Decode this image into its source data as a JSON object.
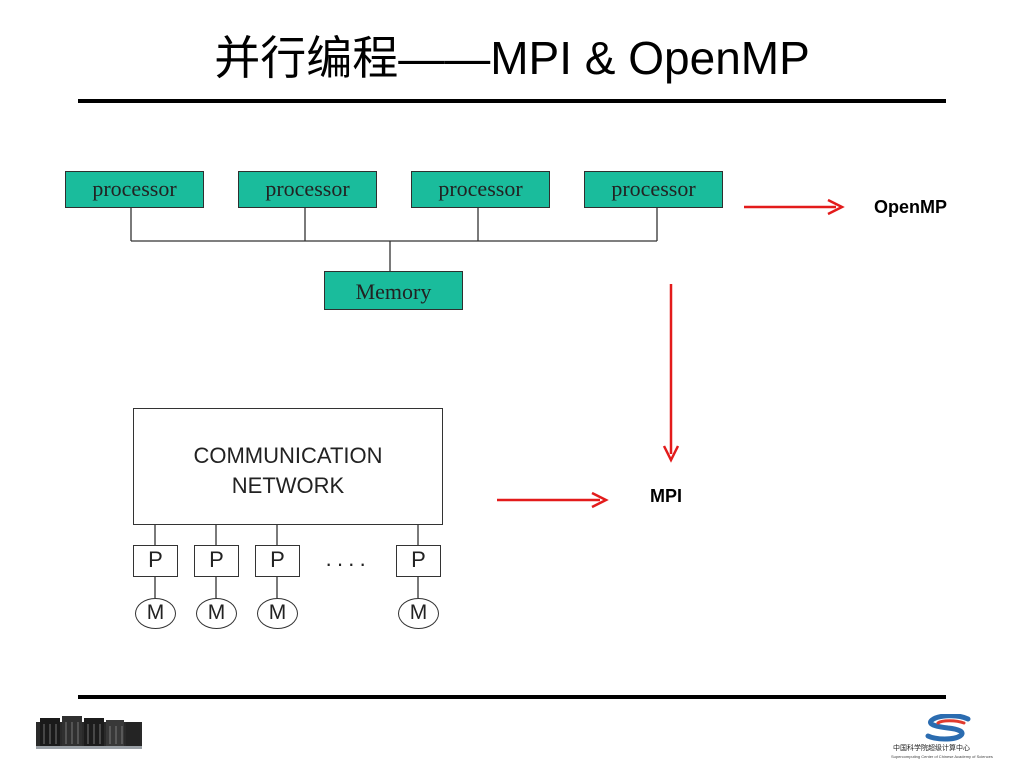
{
  "slide": {
    "title": "并行编程——MPI & OpenMP"
  },
  "shared_memory": {
    "processors": [
      "processor",
      "processor",
      "processor",
      "processor"
    ],
    "memory": "Memory",
    "label": "OpenMP"
  },
  "distributed_memory": {
    "network_line1": "COMMUNICATION",
    "network_line2": "NETWORK",
    "nodes": [
      {
        "p": "P",
        "m": "M"
      },
      {
        "p": "P",
        "m": "M"
      },
      {
        "p": "P",
        "m": "M"
      },
      {
        "p": "P",
        "m": "M"
      }
    ],
    "ellipsis": "····",
    "label": "MPI"
  },
  "footer": {
    "org_cn": "中国科学院超级计算中心",
    "org_en": "Supercomputing Center of Chinese Academy of Sciences"
  },
  "colors": {
    "box_fill": "#1abc9c",
    "arrow": "#e31b1b",
    "rule": "#000000"
  }
}
